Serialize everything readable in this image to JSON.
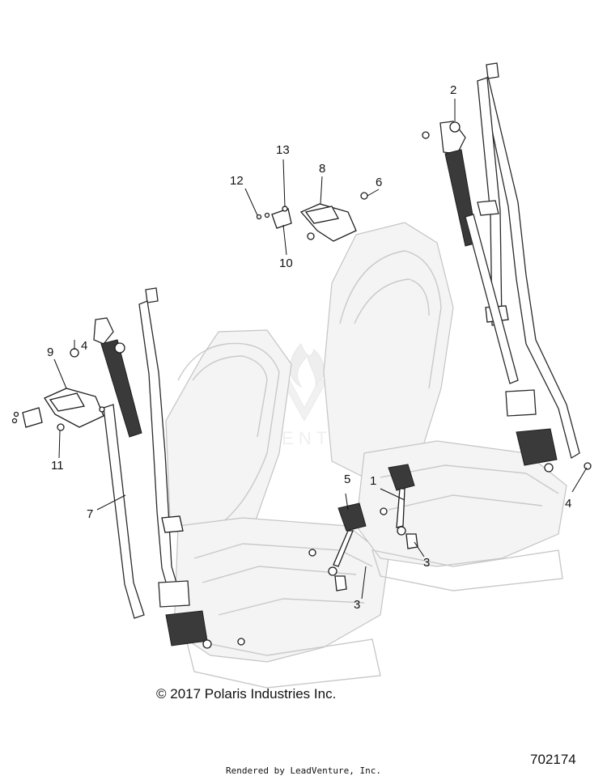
{
  "callouts": [
    {
      "id": "c1",
      "label": "1"
    },
    {
      "id": "c2",
      "label": "2"
    },
    {
      "id": "c3a",
      "label": "3"
    },
    {
      "id": "c3b",
      "label": "3"
    },
    {
      "id": "c4a",
      "label": "4"
    },
    {
      "id": "c4b",
      "label": "4"
    },
    {
      "id": "c5",
      "label": "5"
    },
    {
      "id": "c6",
      "label": "6"
    },
    {
      "id": "c7",
      "label": "7"
    },
    {
      "id": "c8",
      "label": "8"
    },
    {
      "id": "c9",
      "label": "9"
    },
    {
      "id": "c10",
      "label": "10"
    },
    {
      "id": "c11",
      "label": "11"
    },
    {
      "id": "c12",
      "label": "12"
    },
    {
      "id": "c13",
      "label": "13"
    }
  ],
  "watermark": {
    "text": "LEADVENTURE"
  },
  "footer": {
    "copyright": "© 2017 Polaris Industries Inc.",
    "diagram_number": "702174",
    "rendered_by": "Rendered by LeadVenture, Inc."
  }
}
